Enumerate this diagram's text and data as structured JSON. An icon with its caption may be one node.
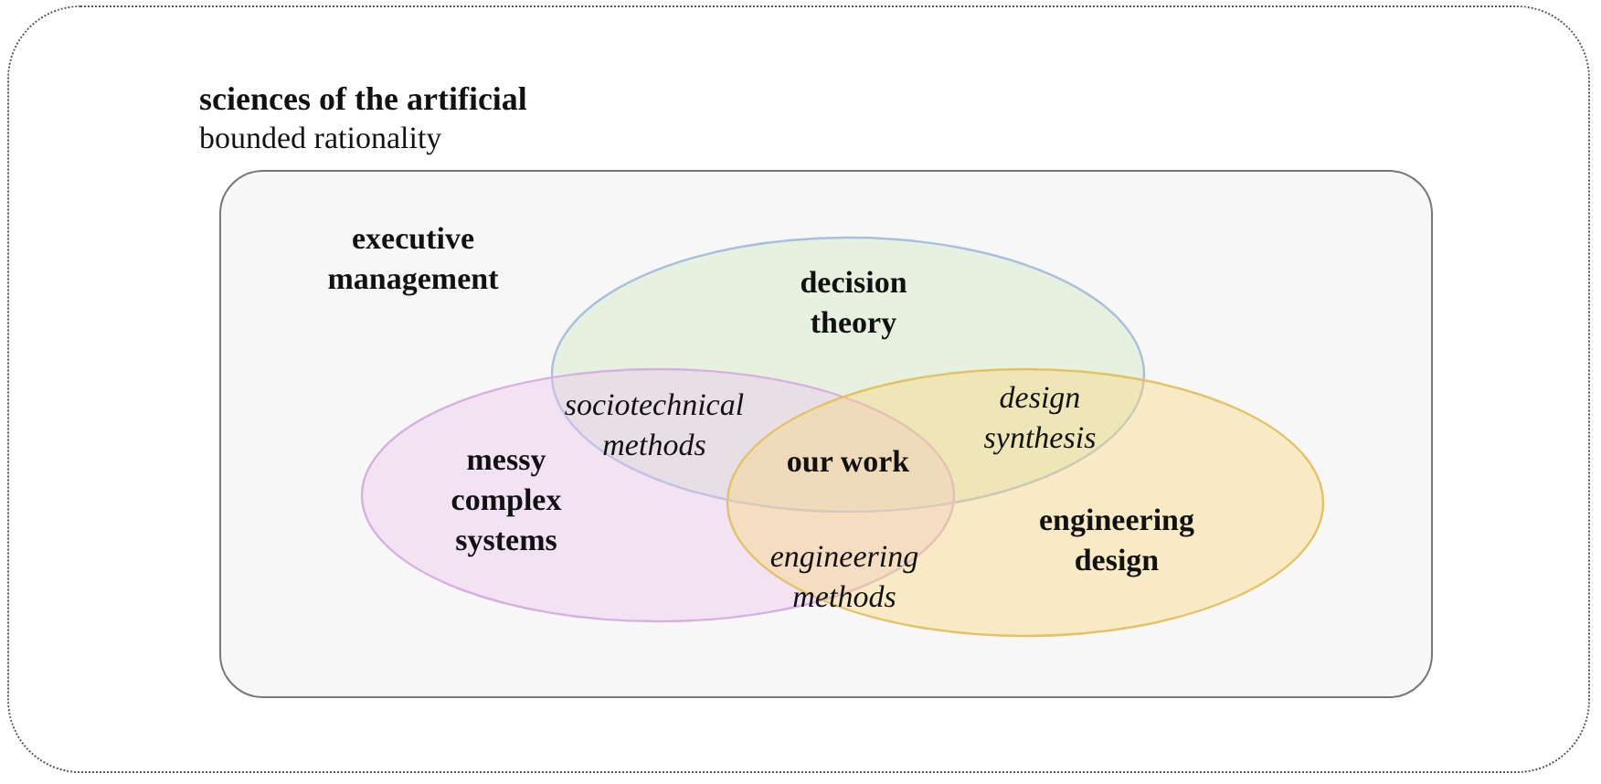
{
  "diagram": {
    "nodes": [
      {
        "text": [
          "sciences of the artificial",
          "bounded rationality"
        ]
      },
      {
        "text": [
          "executive management"
        ],
        "in": 0
      },
      {
        "text": [
          "decision theory"
        ],
        "in": 1
      },
      {
        "text": [
          "messy complex systems"
        ],
        "in": 1
      },
      {
        "text": [
          "engineering design"
        ],
        "in": 1
      }
    ],
    "labels": [
      "sociotechnical methods",
      "design synthesis",
      "our work",
      "engineering methods"
    ]
  }
}
